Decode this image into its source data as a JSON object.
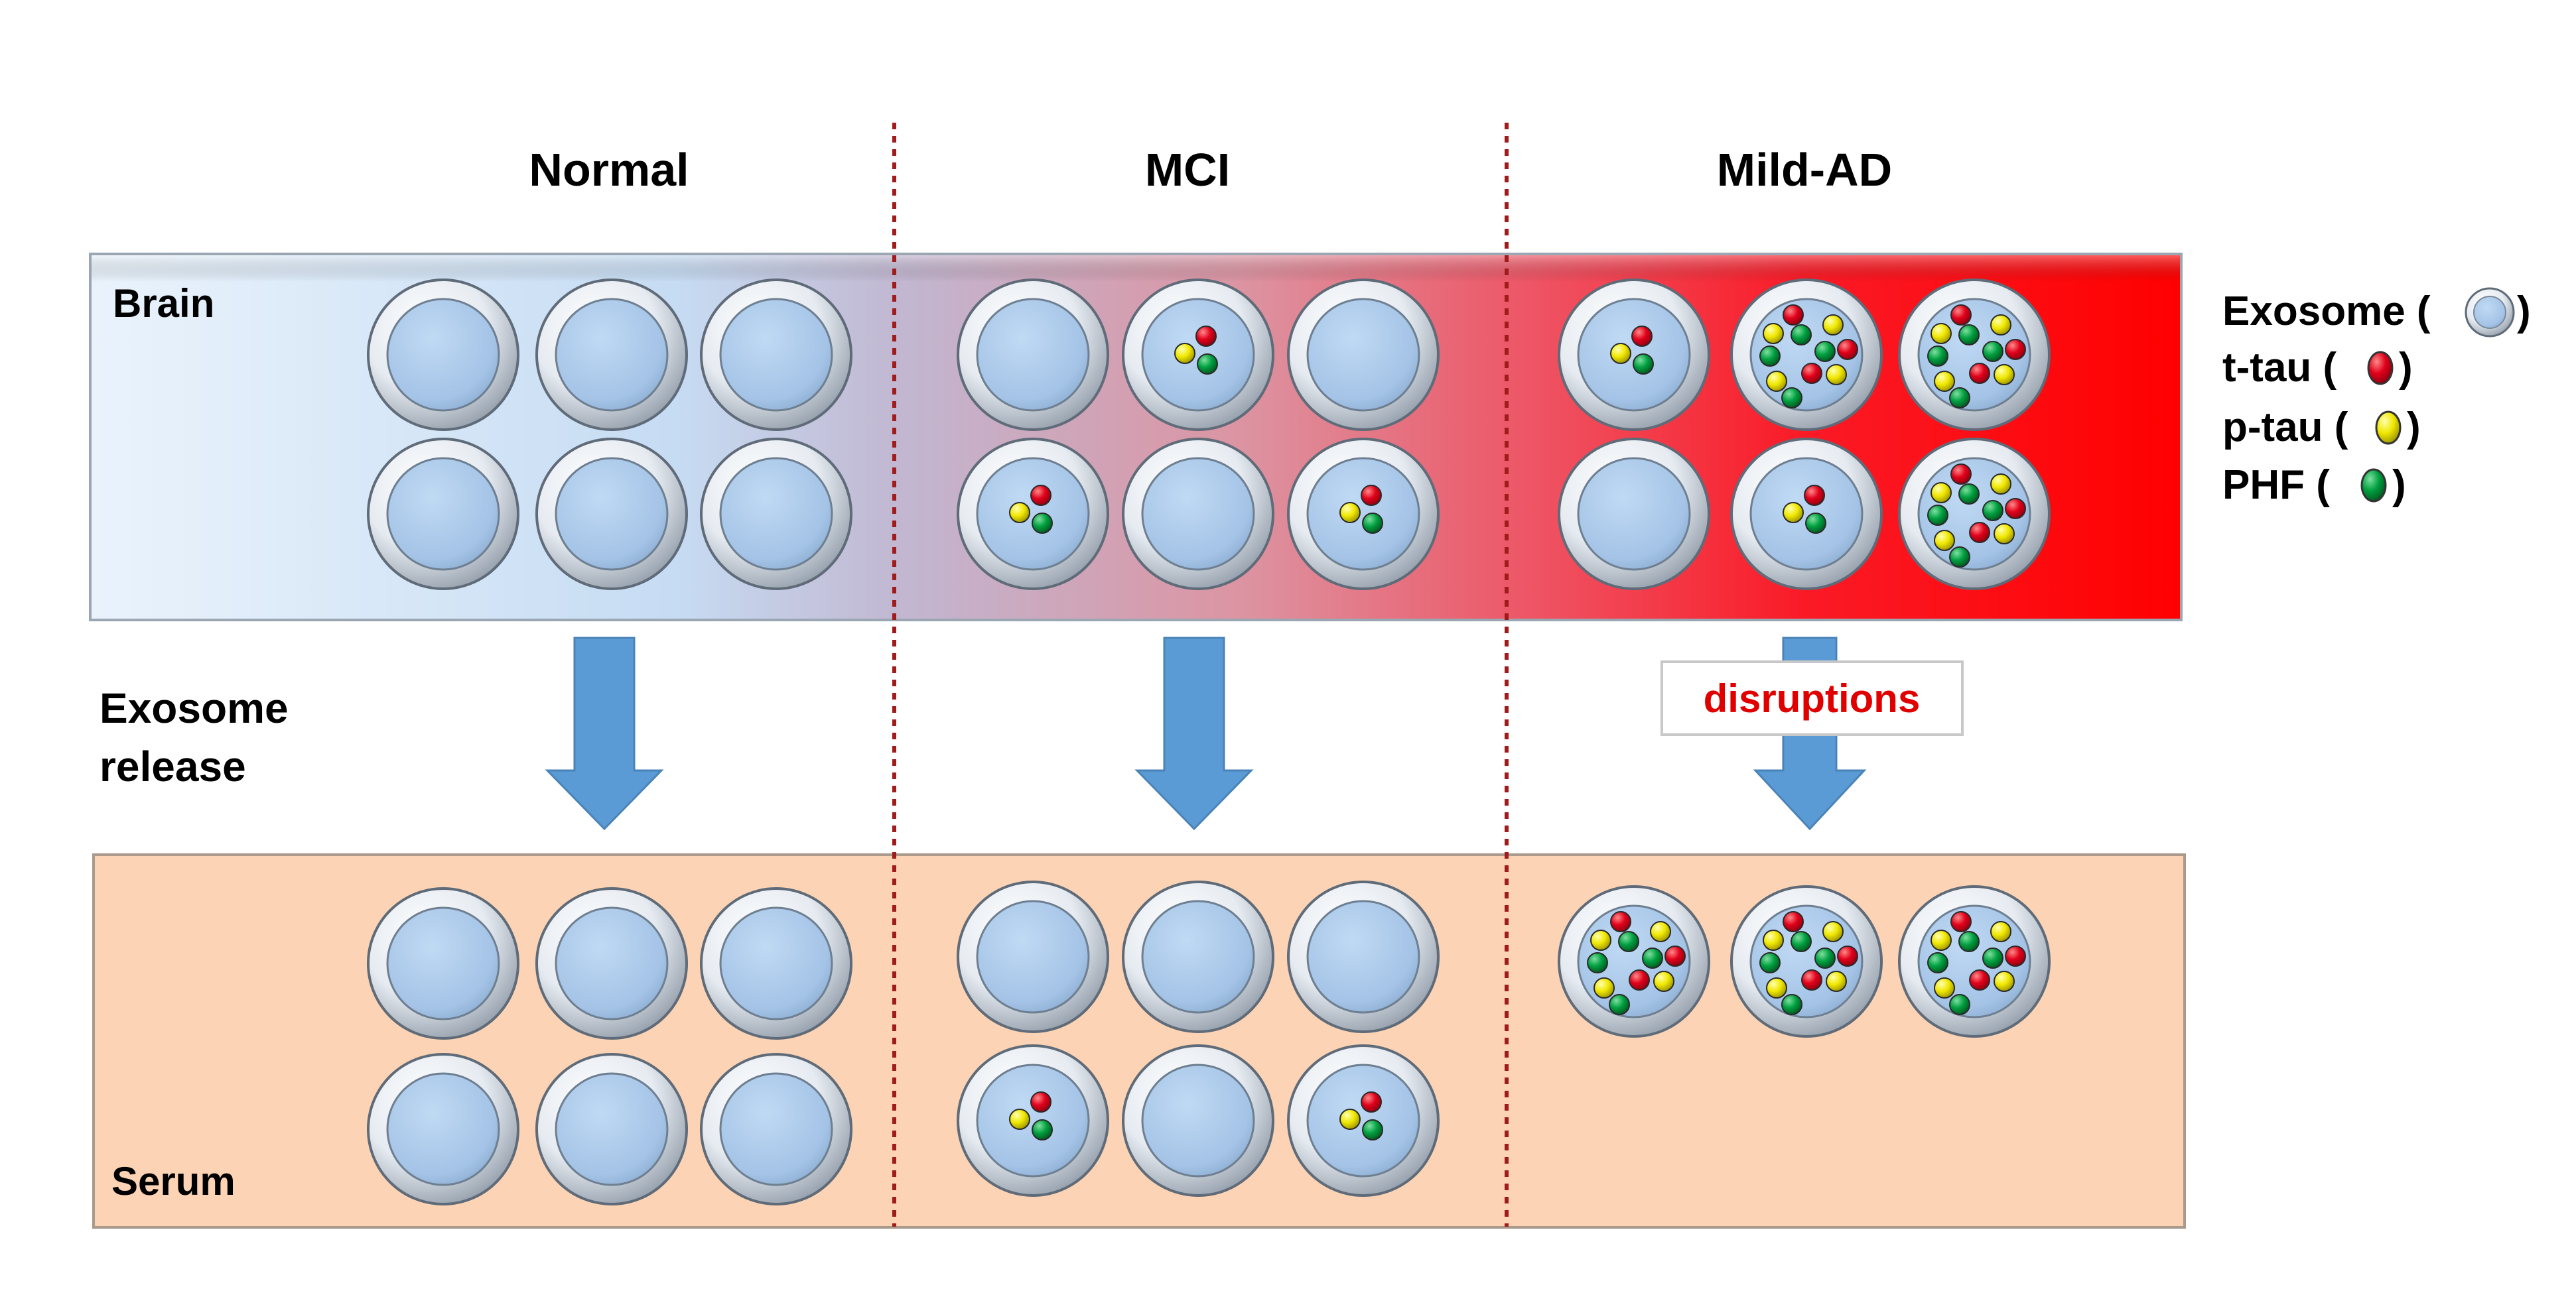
{
  "stages": [
    {
      "name": "Normal",
      "brain": [
        "0",
        "0",
        "0",
        "0",
        "0",
        "0"
      ],
      "serum": [
        "0",
        "0",
        "0",
        "0",
        "0",
        "0"
      ]
    },
    {
      "name": "MCI",
      "brain": [
        "0",
        "1",
        "0",
        "1",
        "0",
        "1"
      ],
      "serum": [
        "0",
        "0",
        "0",
        "1",
        "0",
        "1"
      ]
    },
    {
      "name": "Mild-AD",
      "brain": [
        "1",
        "2",
        "2",
        "0",
        "1",
        "2"
      ],
      "serum": [
        "2",
        "2",
        "2"
      ]
    }
  ],
  "panels": {
    "brain_label": "Brain",
    "serum_label": "Serum"
  },
  "release": {
    "line1": "Exosome",
    "line2": "release",
    "disruption_label": "disruptions"
  },
  "legend": {
    "items": [
      {
        "label": "Exosome (",
        "symbol": "exosome-icon",
        "close": ")"
      },
      {
        "label": "t-tau (",
        "symbol": "t-tau-icon",
        "close": ")"
      },
      {
        "label": "p-tau (",
        "symbol": "p-tau-icon",
        "close": ")"
      },
      {
        "label": "PHF (",
        "symbol": "phf-icon",
        "close": ")"
      }
    ]
  },
  "colors": {
    "exosome_fill": "#a9c8ea",
    "t_tau": "#d9001b",
    "p_tau": "#e9e100",
    "phf": "#009a3e",
    "arrow": "#5b9bd5",
    "brain_normal": "#dbe9f7",
    "brain_ad": "#ff0000",
    "serum": "#fcd3b4",
    "divider": "#a01c1c",
    "disruption_text": "#e00000"
  }
}
